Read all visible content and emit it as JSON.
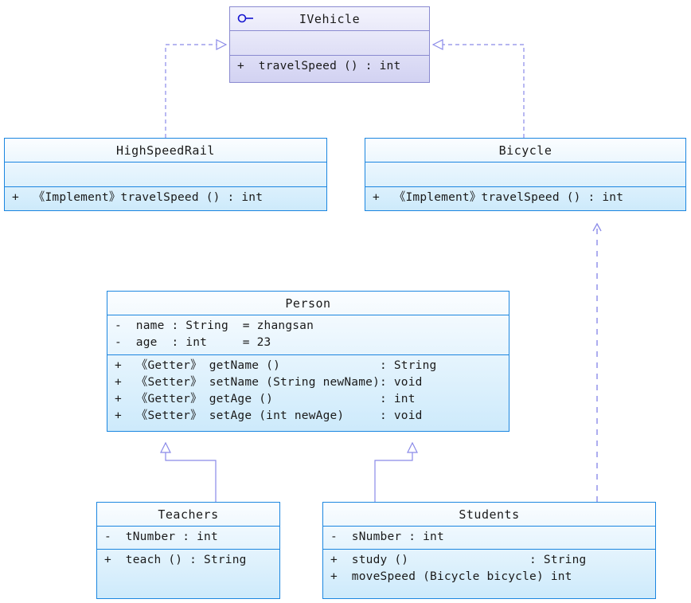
{
  "diagram": {
    "type": "uml-class-diagram",
    "title": "Vehicle and Person UML class diagram",
    "colors": {
      "class_border": "#1b86e0",
      "class_fill_top": "#fbfdff",
      "class_fill_bottom": "#cdeafb",
      "interface_border": "#8a8ad0",
      "interface_fill_top": "#f4f4fd",
      "interface_fill_bottom": "#d2d2f2",
      "edge": "#8a8ae8",
      "text": "#1a1a1a"
    }
  },
  "classes": {
    "ivehicle": {
      "name": "IVehicle",
      "stereotype_icon": "interface-lollipop-icon",
      "attributes": [],
      "operations": [
        "+  travelSpeed () : int"
      ]
    },
    "highspeedrail": {
      "name": "HighSpeedRail",
      "attributes": [],
      "operations": [
        "+  《Implement》travelSpeed () : int"
      ]
    },
    "bicycle": {
      "name": "Bicycle",
      "attributes": [],
      "operations": [
        "+  《Implement》travelSpeed () : int"
      ]
    },
    "person": {
      "name": "Person",
      "attributes": [
        "-  name : String  = zhangsan",
        "-  age  : int     = 23"
      ],
      "operations": [
        "+  《Getter》 getName ()              : String",
        "+  《Setter》 setName (String newName): void",
        "+  《Getter》 getAge ()               : int",
        "+  《Setter》 setAge (int newAge)     : void"
      ]
    },
    "teachers": {
      "name": "Teachers",
      "attributes": [
        "-  tNumber : int"
      ],
      "operations": [
        "+  teach () : String"
      ]
    },
    "students": {
      "name": "Students",
      "attributes": [
        "-  sNumber : int"
      ],
      "operations": [
        "+  study ()                 : String",
        "+  moveSpeed (Bicycle bicycle) int"
      ]
    }
  },
  "relations": [
    {
      "id": "rel-highspeedrail-ivehicle",
      "from": "HighSpeedRail",
      "to": "IVehicle",
      "kind": "realization",
      "line": "dashed",
      "arrow": "hollow-triangle"
    },
    {
      "id": "rel-bicycle-ivehicle",
      "from": "Bicycle",
      "to": "IVehicle",
      "kind": "realization",
      "line": "dashed",
      "arrow": "hollow-triangle"
    },
    {
      "id": "rel-teachers-person",
      "from": "Teachers",
      "to": "Person",
      "kind": "generalization",
      "line": "solid",
      "arrow": "hollow-triangle"
    },
    {
      "id": "rel-students-person",
      "from": "Students",
      "to": "Person",
      "kind": "generalization",
      "line": "solid",
      "arrow": "hollow-triangle"
    },
    {
      "id": "rel-students-bicycle",
      "from": "Students",
      "to": "Bicycle",
      "kind": "dependency",
      "line": "dashed",
      "arrow": "open-arrow"
    }
  ]
}
